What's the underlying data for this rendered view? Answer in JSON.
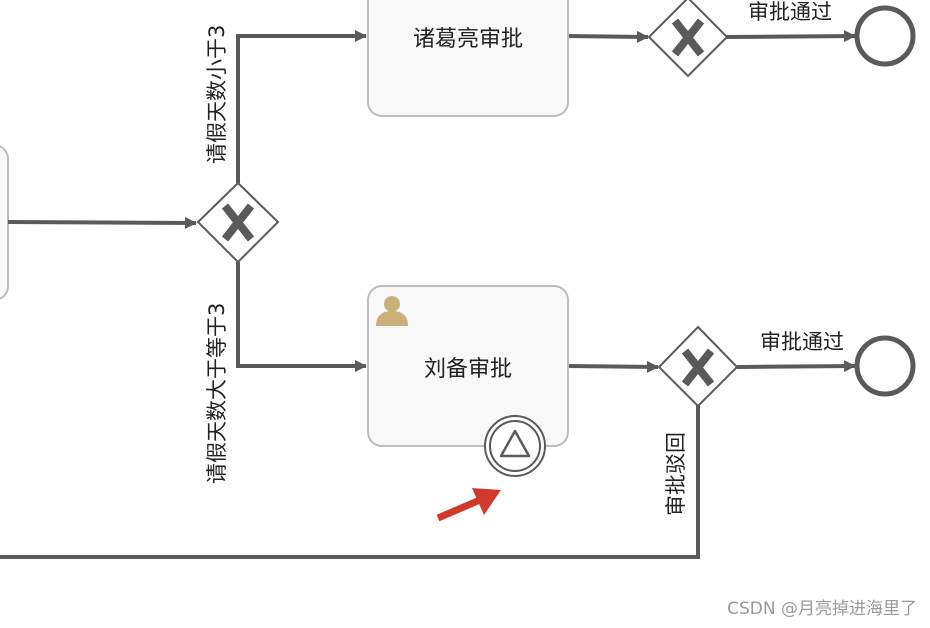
{
  "diagram": {
    "tasks": {
      "zhuge": {
        "label": "诸葛亮审批"
      },
      "liubei": {
        "label": "刘备审批",
        "marker": "user-icon"
      }
    },
    "flows": {
      "lt3": "请假天数小于3",
      "gt3": "请假天数大于等于3",
      "approve_top": "审批通过",
      "approve_bottom": "审批通过",
      "reject": "审批驳回"
    },
    "gateways": [
      "exclusive-gateway-icon",
      "exclusive-gateway-icon",
      "exclusive-gateway-icon"
    ],
    "boundary_event": "signal-boundary-event-icon",
    "annotation": "red-arrow-icon",
    "colors": {
      "stroke": "#5a5a5a",
      "task_fill": "#f8f8f8",
      "task_border": "#bdbdbd",
      "user_icon": "#c8b27a",
      "arrow": "#d0392b"
    }
  },
  "watermark": "CSDN @月亮掉进海里了"
}
